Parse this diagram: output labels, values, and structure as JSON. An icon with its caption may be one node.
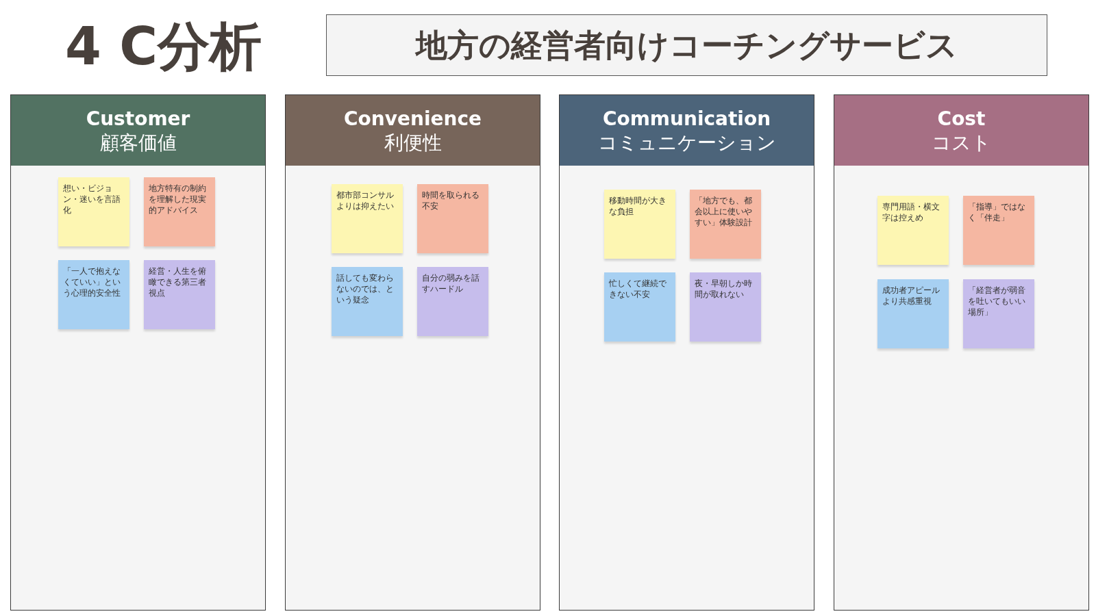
{
  "diagram": {
    "title": "4 C分析",
    "nodes": [
      {
        "text": [
          "地方の経営者向けコーチングサービス"
        ]
      },
      {
        "text": [
          "Customer",
          "顧客価値"
        ]
      },
      {
        "text": [
          "想い・ビジョン・迷いを言語化"
        ],
        "in": 1
      },
      {
        "text": [
          "地方特有の制約を理解した現実的アドバイス"
        ],
        "in": 1
      },
      {
        "text": [
          "「一人で抱えなくていい」という心理的安全性"
        ],
        "in": 1
      },
      {
        "text": [
          "経営・人生を俯瞰できる第三者視点"
        ],
        "in": 1
      },
      {
        "text": [
          "Convenience",
          "利便性"
        ]
      },
      {
        "text": [
          "都市部コンサルよりは抑えたい"
        ],
        "in": 6
      },
      {
        "text": [
          "時間を取られる不安"
        ],
        "in": 6
      },
      {
        "text": [
          "話しても変わらないのでは、という疑念"
        ],
        "in": 6
      },
      {
        "text": [
          "自分の弱みを話すハードル"
        ],
        "in": 6
      },
      {
        "text": [
          "Communication",
          "コミュニケーション"
        ]
      },
      {
        "text": [
          "移動時間が大きな負担"
        ],
        "in": 11
      },
      {
        "text": [
          "「地方でも、都会以上に使いやすい」体験設計"
        ],
        "in": 11
      },
      {
        "text": [
          "忙しくて継続できない不安"
        ],
        "in": 11
      },
      {
        "text": [
          "夜・早朝しか時間が取れない"
        ],
        "in": 11
      },
      {
        "text": [
          "Cost",
          "コスト"
        ]
      },
      {
        "text": [
          "専門用語・横文字は控えめ"
        ],
        "in": 16
      },
      {
        "text": [
          "「指導」ではなく「伴走」"
        ],
        "in": 16
      },
      {
        "text": [
          "成功者アピールより共感重視"
        ],
        "in": 16
      },
      {
        "text": [
          "「経営者が弱音を吐いてもいい場所」"
        ],
        "in": 16
      }
    ]
  }
}
